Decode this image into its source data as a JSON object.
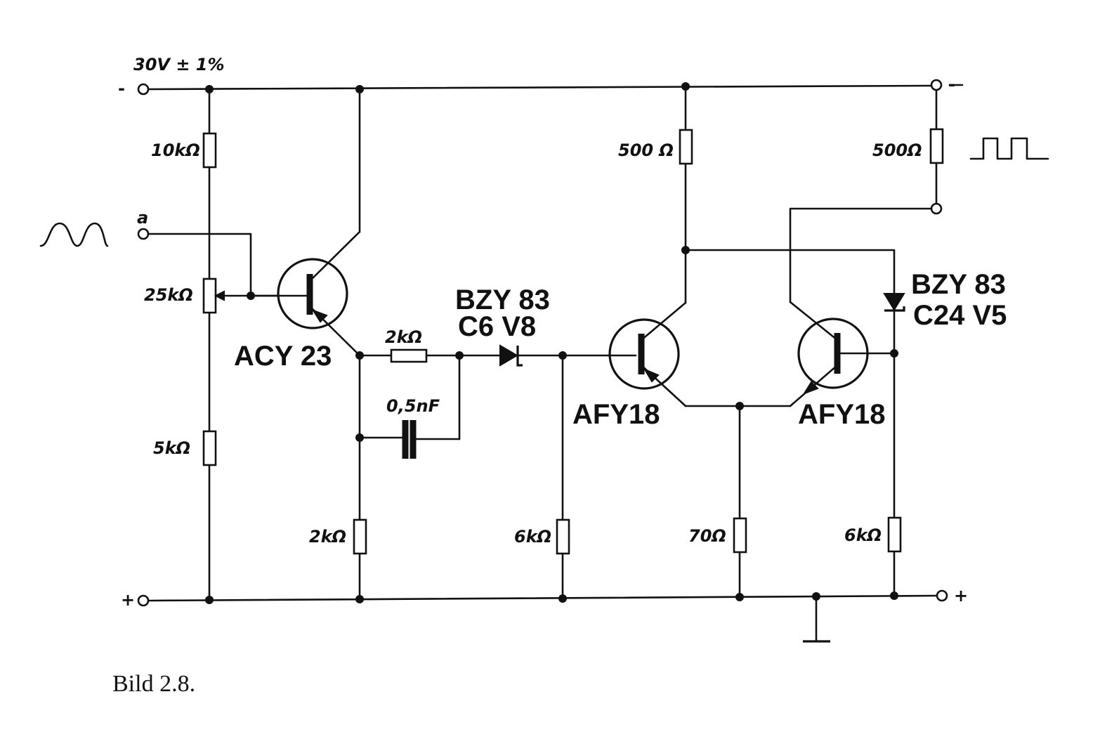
{
  "supply": {
    "label": "30V ± 1%",
    "minus": "-",
    "plus": "+"
  },
  "input": {
    "terminal_label": "a"
  },
  "output": {
    "minus": "-",
    "plus": "+"
  },
  "resistors": {
    "r1": "10kΩ",
    "pot": "25kΩ",
    "r2": "5kΩ",
    "r_emit": "2kΩ",
    "r_series": "2kΩ",
    "r_mid": "6kΩ",
    "r_c1": "500 Ω",
    "r_c2": "500Ω",
    "r_e": "70Ω",
    "r_right": "6kΩ"
  },
  "capacitor": {
    "c1": "0,5nF"
  },
  "transistors": {
    "t1": "ACY 23",
    "t2": "AFY18",
    "t3": "AFY18"
  },
  "diodes": {
    "d1": {
      "line1": "BZY 83",
      "line2": "C6 V8"
    },
    "d2": {
      "line1": "BZY 83",
      "line2": "C24 V5"
    }
  },
  "caption": "Bild 2.8."
}
